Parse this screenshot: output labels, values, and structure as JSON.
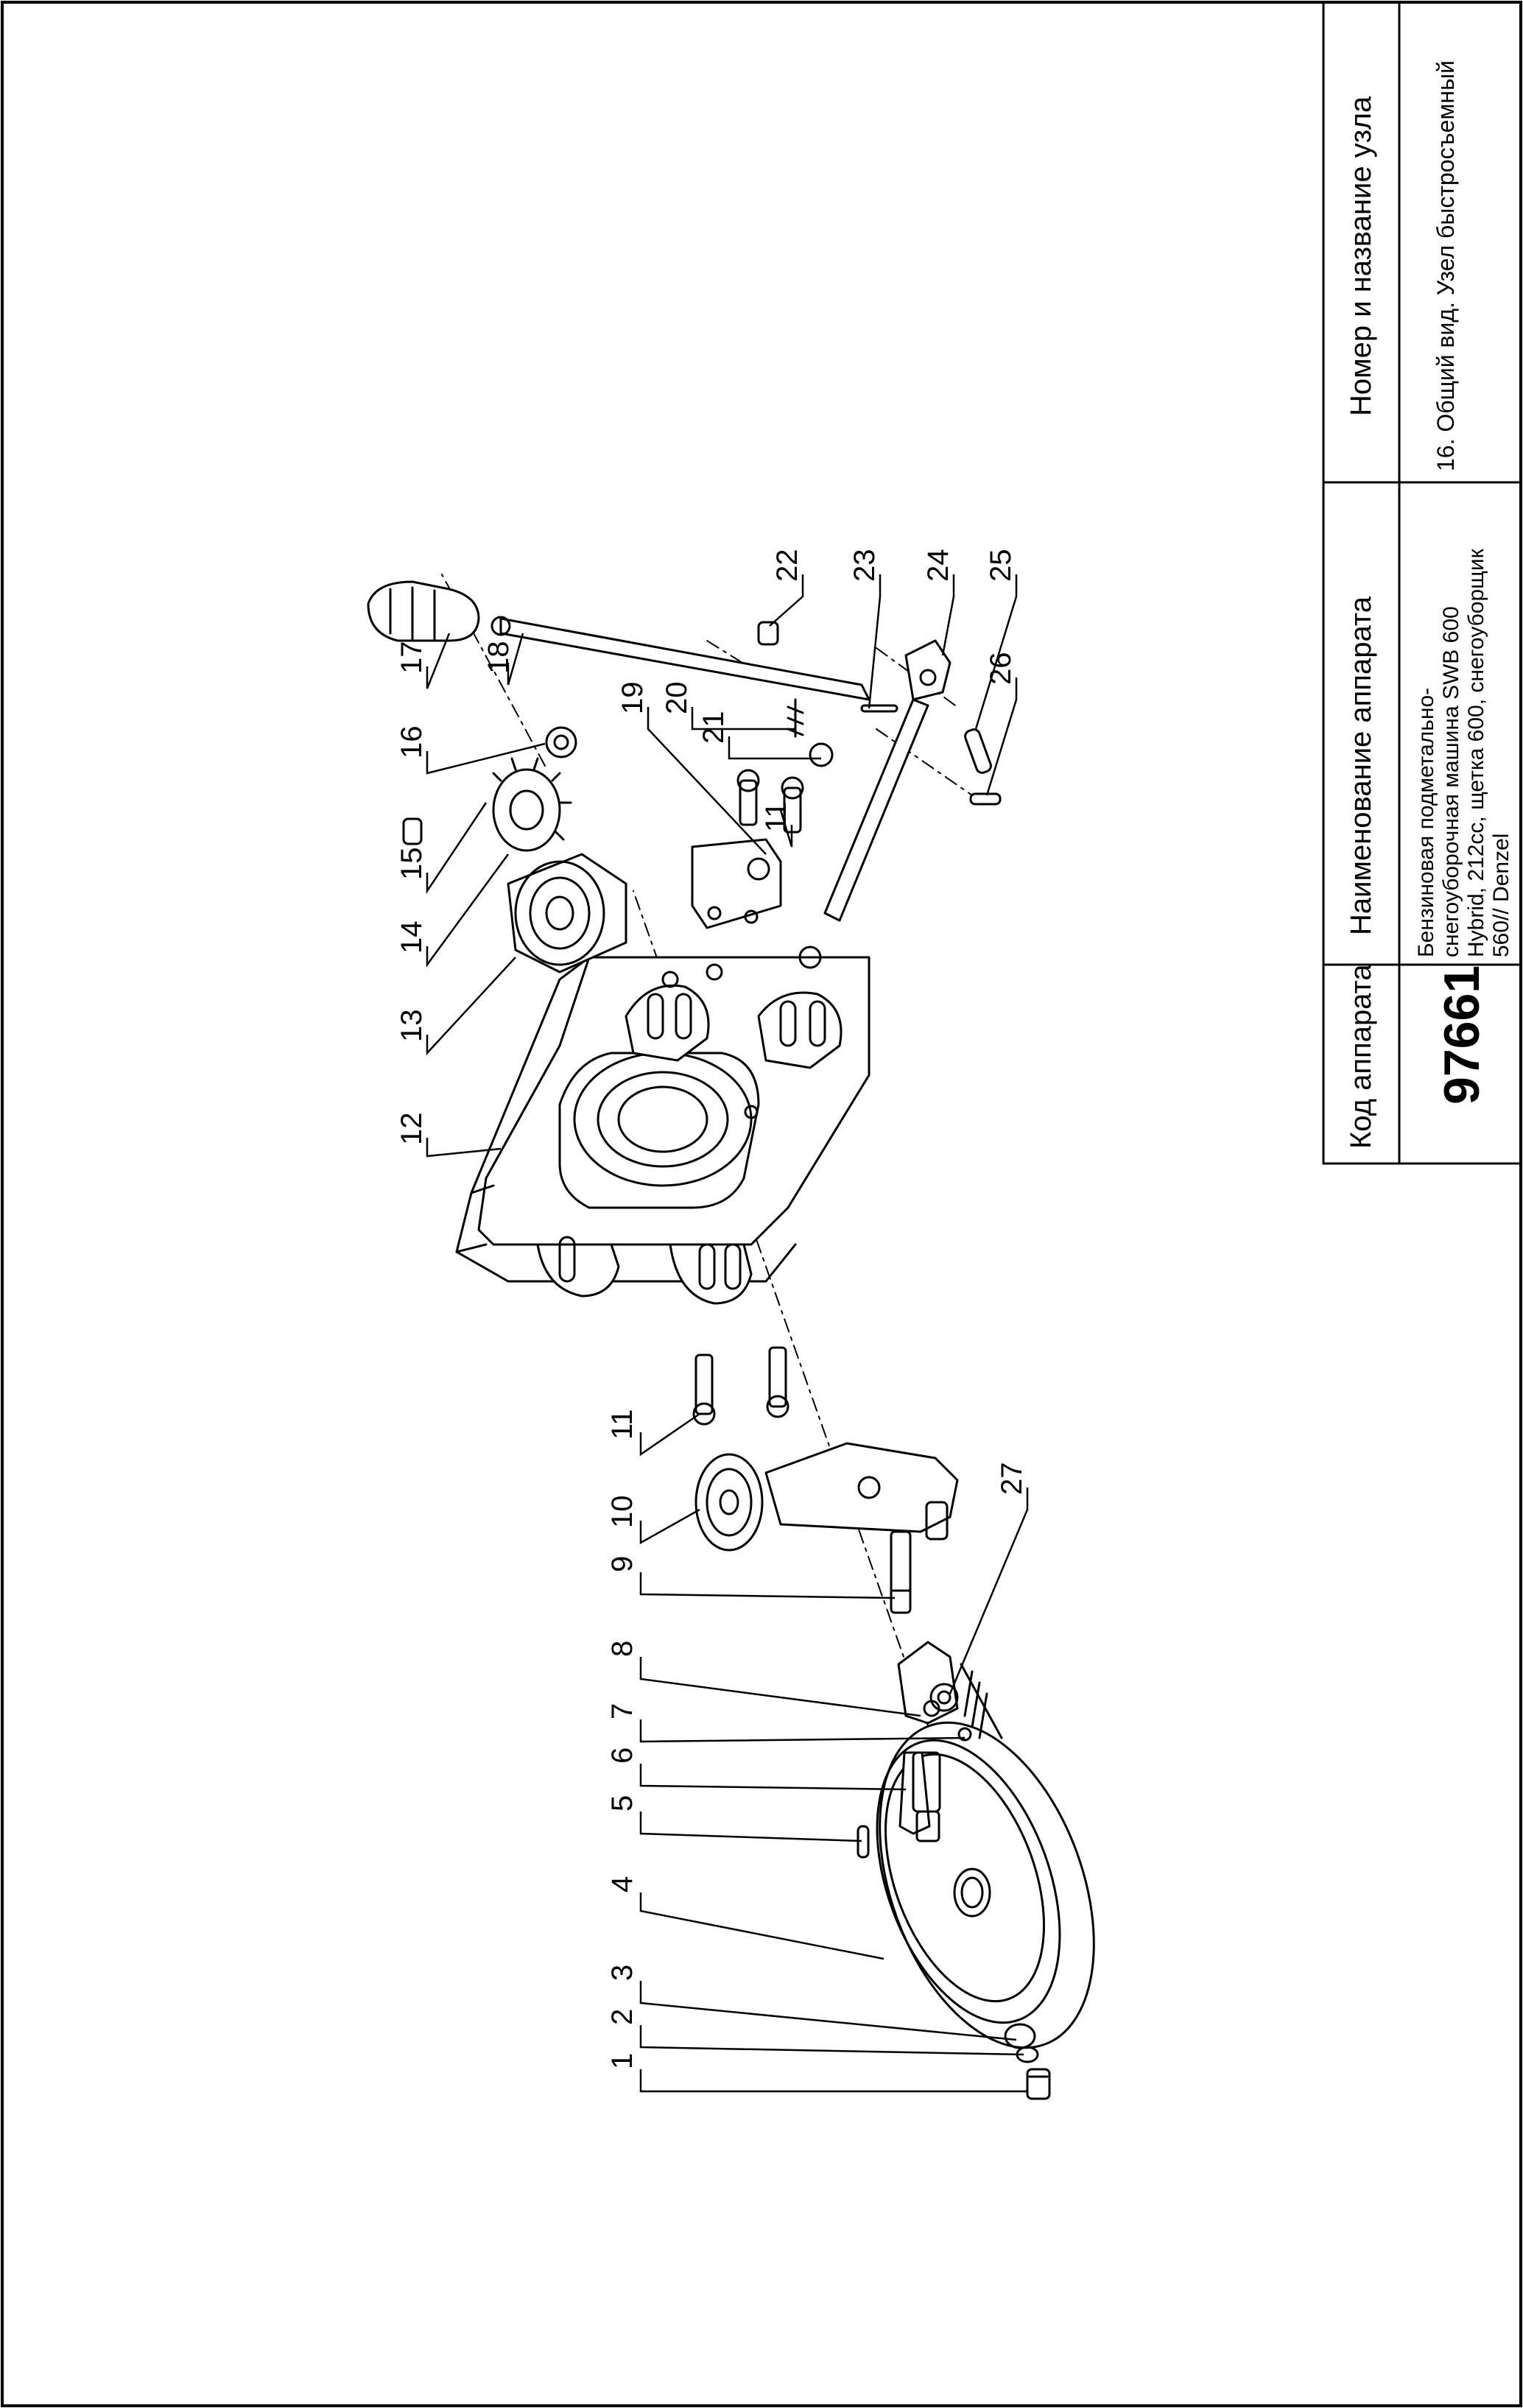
{
  "title_block": {
    "col1": {
      "header": "Код аппарата",
      "value": "97661"
    },
    "col2": {
      "header": "Наименование аппарата",
      "value": "Бензиновая подметально-снегоуборочная машина SWB 600 Hybrid, 212cc, щетка 600, снегоуборщик 560// Denzel"
    },
    "col3": {
      "header": "Номер и название узла",
      "value": "16. Общий вид. Узел быстросъемный"
    }
  },
  "callouts": [
    "1",
    "2",
    "3",
    "4",
    "5",
    "6",
    "7",
    "8",
    "9",
    "10",
    "11",
    "12",
    "13",
    "14",
    "15",
    "16",
    "17",
    "18",
    "19",
    "20",
    "21",
    "22",
    "23",
    "24",
    "25",
    "26",
    "27",
    "11"
  ],
  "line_color": "#000000"
}
